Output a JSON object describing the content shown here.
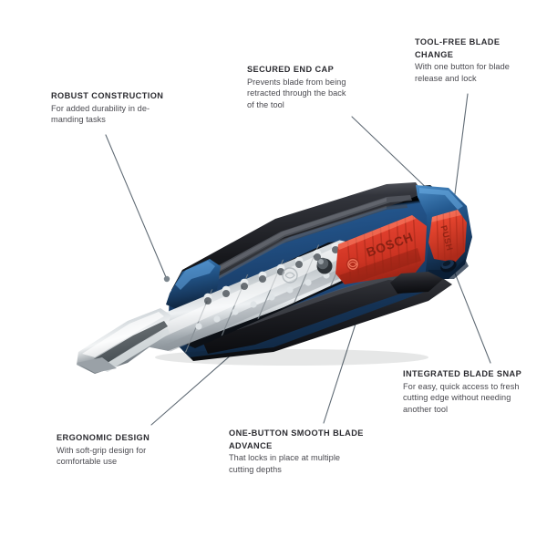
{
  "page": {
    "background_color": "#ffffff",
    "title": "Bosch snap-off utility knife feature callout diagram"
  },
  "product": {
    "name": "utility-knife",
    "brand_text": "BOSCH",
    "end_cap_text": "PUSH",
    "colors": {
      "body_blue": "#1d4372",
      "body_blue_dark": "#142e50",
      "body_blue_light": "#2f6aa8",
      "accent_red": "#df3a27",
      "accent_red_dark": "#b02a1b",
      "grip_black": "#1b1c20",
      "blade_silver": "#d8dcdf",
      "blade_silver_dark": "#8d9499"
    }
  },
  "leader_lines": {
    "color": "#5f6a74",
    "dot_color": "#7b858d",
    "width": 1.1
  },
  "callouts": [
    {
      "id": "robust-construction",
      "heading": "ROBUST CONSTRUCTION",
      "body": "For added durability in de-manding tasks",
      "body_lines": [
        "For added durability in de-",
        "manding tasks"
      ]
    },
    {
      "id": "secured-end-cap",
      "heading": "SECURED END CAP",
      "body": "Prevents blade from being retracted through the back of the tool",
      "body_lines": [
        "Prevents blade from being",
        "retracted through the back",
        "of the tool"
      ]
    },
    {
      "id": "tool-free-blade-change",
      "heading": "TOOL-FREE BLADE CHANGE",
      "heading_lines": [
        "TOOL-FREE BLADE",
        "CHANGE"
      ],
      "body": "With one button for blade release and lock",
      "body_lines": [
        "With one button for blade",
        "release and lock"
      ]
    },
    {
      "id": "integrated-blade-snap",
      "heading": "INTEGRATED BLADE SNAP",
      "body": "For easy, quick access to fresh cutting edge without needing another tool",
      "body_lines": [
        "For easy, quick access to fresh",
        "cutting edge without needing",
        "another tool"
      ]
    },
    {
      "id": "one-button-smooth-blade-advance",
      "heading": "ONE-BUTTON SMOOTH BLADE ADVANCE",
      "heading_lines": [
        "ONE-BUTTON SMOOTH BLADE",
        "ADVANCE"
      ],
      "body": "That locks in place at multiple cutting depths",
      "body_lines": [
        "That locks in place at multiple",
        "cutting depths"
      ]
    },
    {
      "id": "ergonomic-design",
      "heading": "ERGONOMIC DESIGN",
      "body": "With soft-grip design for comfortable use",
      "body_lines": [
        "With soft-grip design for",
        "comfortable use"
      ]
    }
  ],
  "text": {
    "robust": {
      "head": "ROBUST CONSTRUCTION",
      "l1": "For added durability in de-",
      "l2": "manding tasks"
    },
    "endcap": {
      "head": "SECURED END CAP",
      "l1": "Prevents blade from being",
      "l2": "retracted through the back",
      "l3": "of the tool"
    },
    "toolfree": {
      "head1": "TOOL-FREE BLADE",
      "head2": "CHANGE",
      "l1": "With one button for blade",
      "l2": "release and lock"
    },
    "snap": {
      "head": "INTEGRATED BLADE SNAP",
      "l1": "For easy, quick access to fresh",
      "l2": "cutting edge without needing",
      "l3": "another tool"
    },
    "advance": {
      "head1": "ONE-BUTTON SMOOTH BLADE",
      "head2": "ADVANCE",
      "l1": "That locks in place at multiple",
      "l2": "cutting depths"
    },
    "ergo": {
      "head": "ERGONOMIC DESIGN",
      "l1": "With soft-grip design for",
      "l2": "comfortable use"
    }
  }
}
